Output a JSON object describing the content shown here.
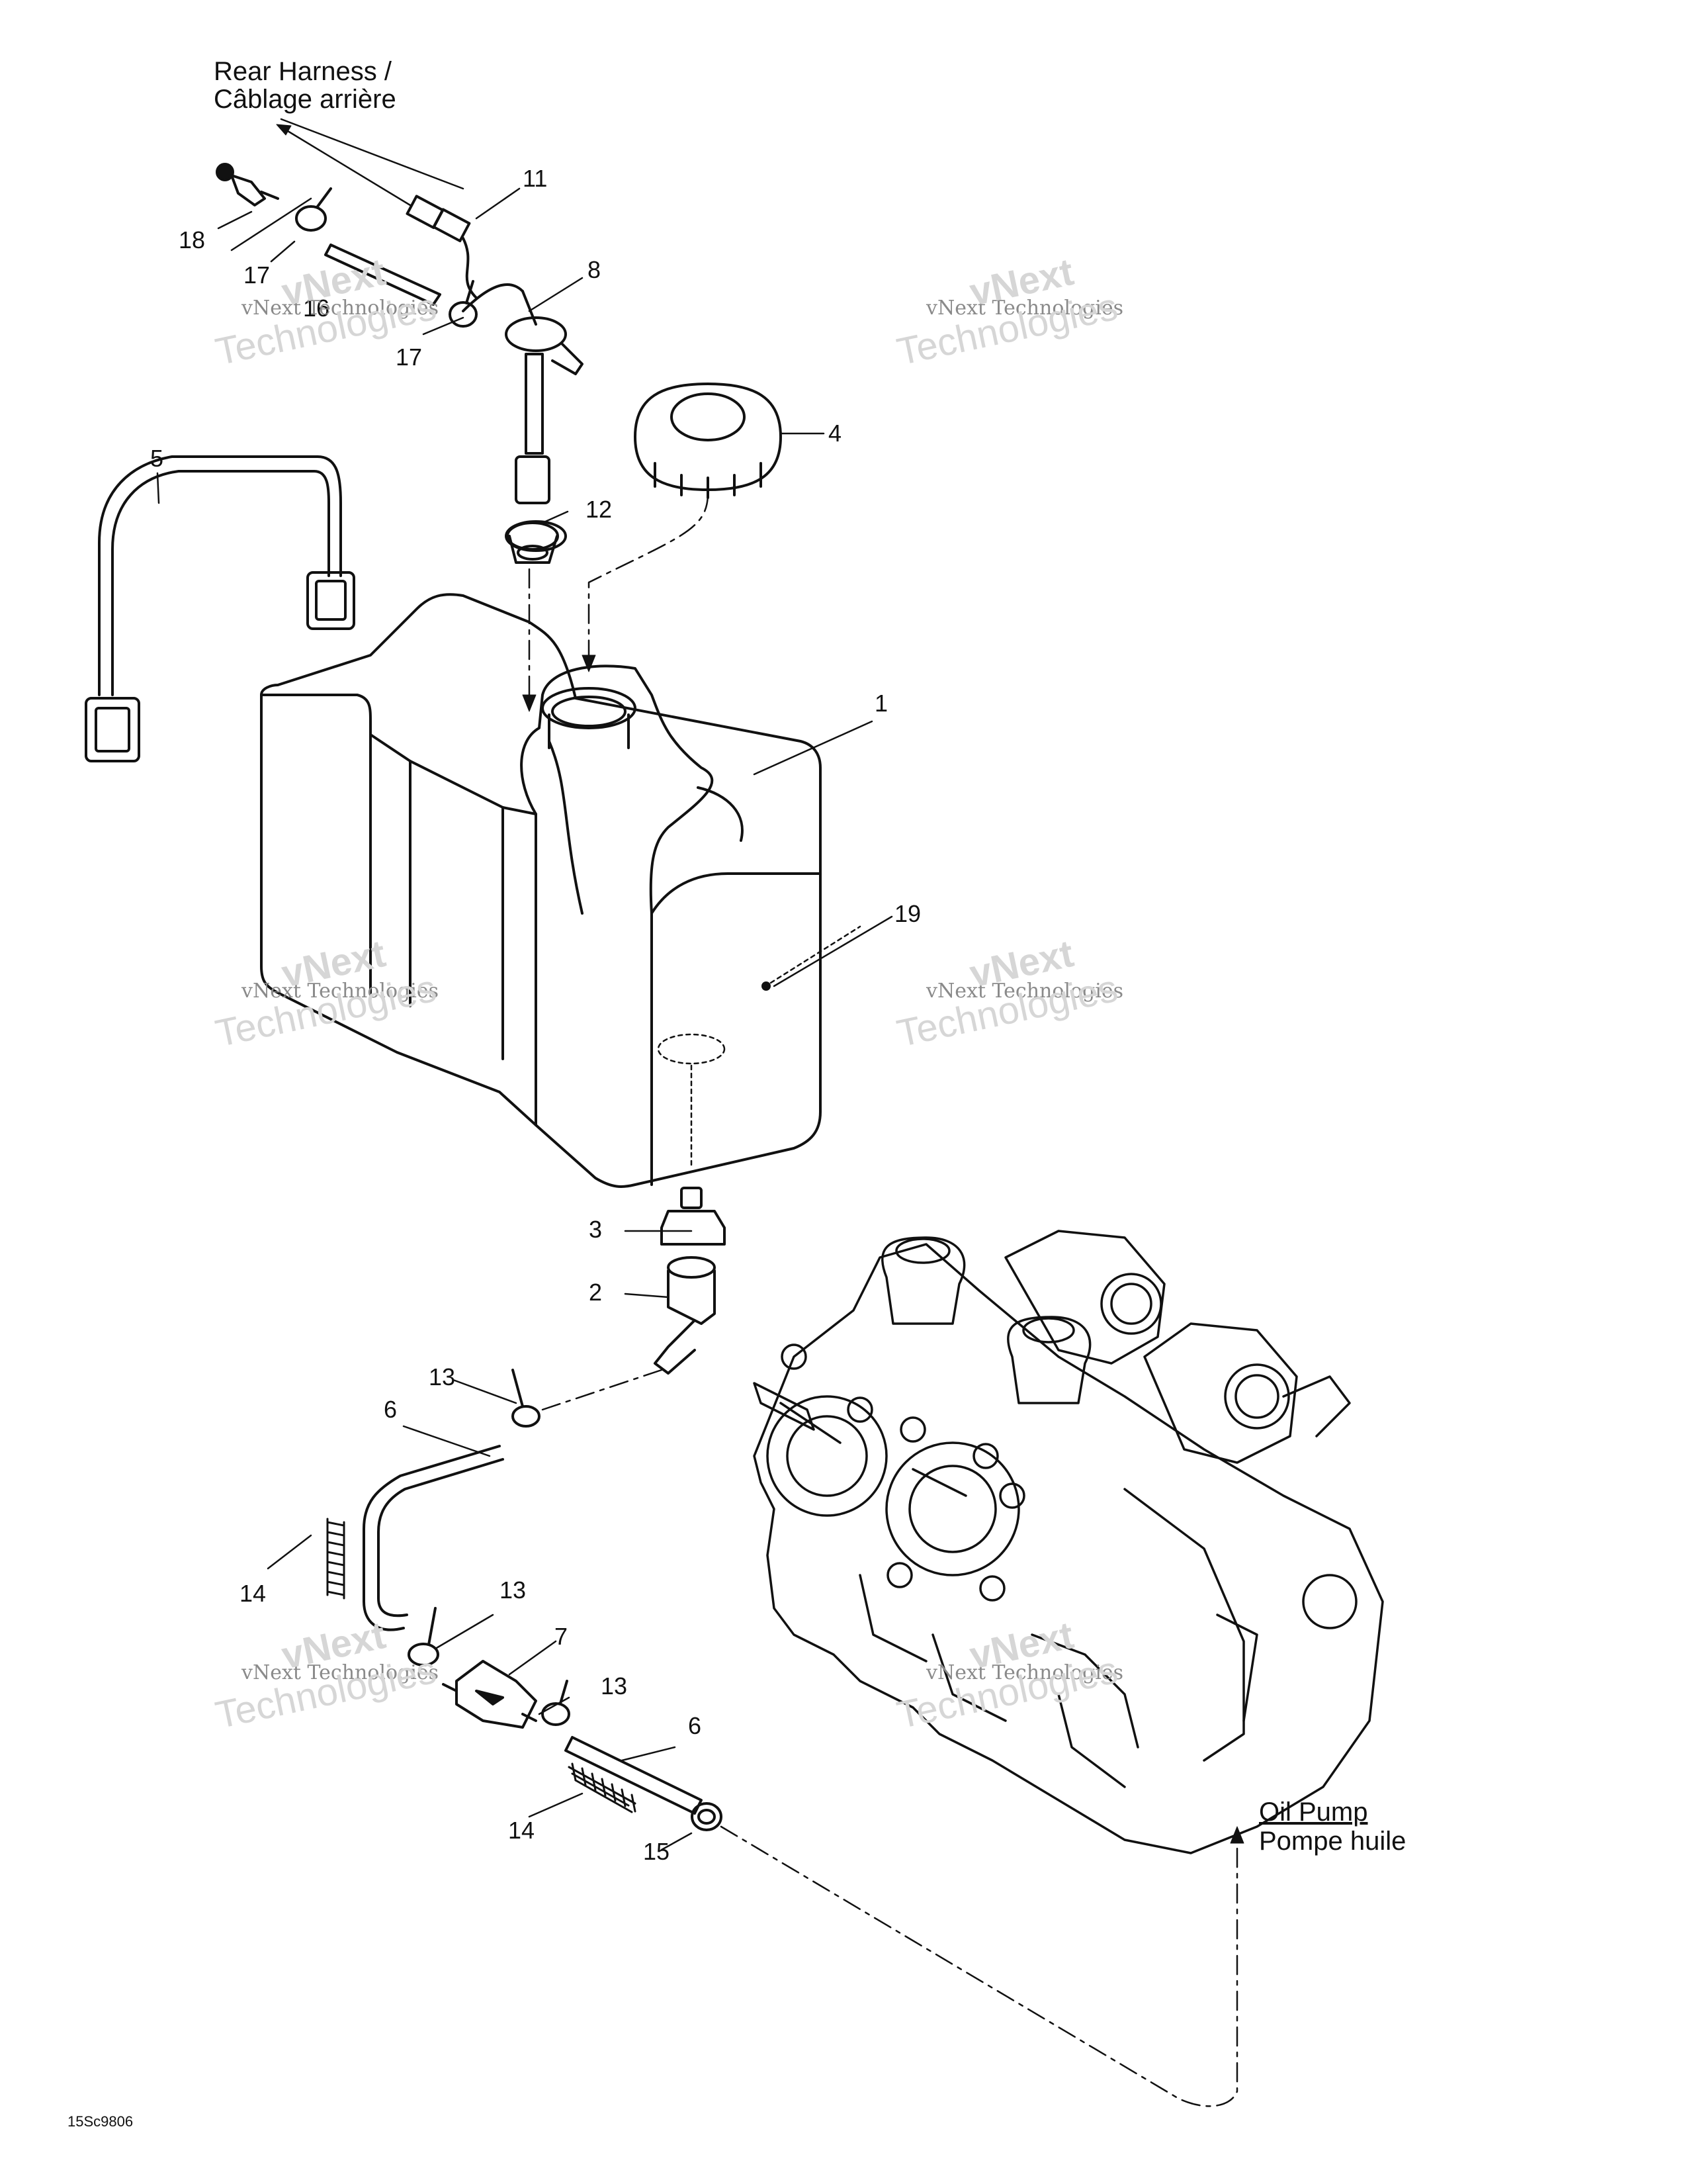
{
  "callouts": {
    "rear_harness_en": "Rear Harness /",
    "rear_harness_fr": "Câblage arrière",
    "oil_pump_en": "Oil Pump",
    "oil_pump_fr": "Pompe huile"
  },
  "part_numbers": {
    "p1": "1",
    "p2": "2",
    "p3": "3",
    "p4": "4",
    "p5": "5",
    "p6a": "6",
    "p6b": "6",
    "p7": "7",
    "p8": "8",
    "p11": "11",
    "p12": "12",
    "p13a": "13",
    "p13b": "13",
    "p13c": "13",
    "p14a": "14",
    "p14b": "14",
    "p15": "15",
    "p16": "16",
    "p17a": "17",
    "p17b": "17",
    "p18": "18",
    "p19": "19"
  },
  "watermark": {
    "line1": "vNext Technologies",
    "line2": "vNext",
    "line3": "Technologies"
  },
  "figure_code": "15Sc9806"
}
